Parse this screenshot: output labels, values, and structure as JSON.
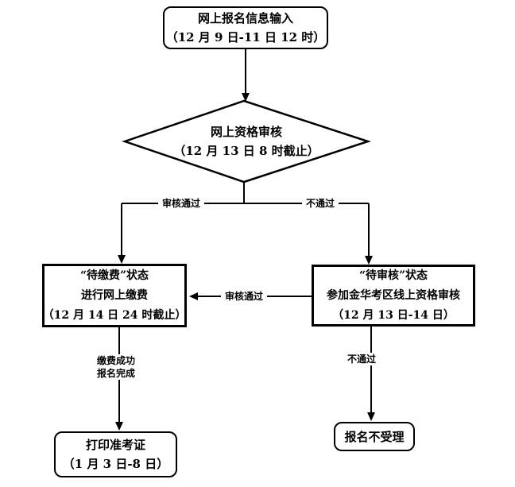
{
  "flowchart": {
    "colors": {
      "line": "#000000",
      "background": "#ffffff",
      "text": "#000000"
    },
    "nodes": {
      "start": {
        "shape": "rounded",
        "lines": [
          "网上报名信息输入",
          "（12 月 9 日-11 日 12 时）"
        ]
      },
      "decision": {
        "shape": "diamond",
        "lines": [
          "网上资格审核",
          "（12 月 13 日 8 时截止）"
        ]
      },
      "pay": {
        "shape": "rect",
        "lines": [
          "“待缴费”状态",
          "进行网上缴费",
          "（12 月 14 日 24 时截止）"
        ]
      },
      "review": {
        "shape": "rect",
        "lines": [
          "“待审核”状态",
          "参加金华考区线上资格审核",
          "（12 月 13 日-14 日）"
        ]
      },
      "print": {
        "shape": "rounded",
        "lines": [
          "打印准考证",
          "（1 月 3 日-8 日）"
        ]
      },
      "reject": {
        "shape": "rounded",
        "lines": [
          "报名不受理"
        ]
      }
    },
    "edge_labels": {
      "pass_left": "审核通过",
      "fail_right": "不通过",
      "pass_mid": "审核通过",
      "pay_done_1": "缴费成功",
      "pay_done_2": "报名完成",
      "fail_down": "不通过"
    }
  }
}
